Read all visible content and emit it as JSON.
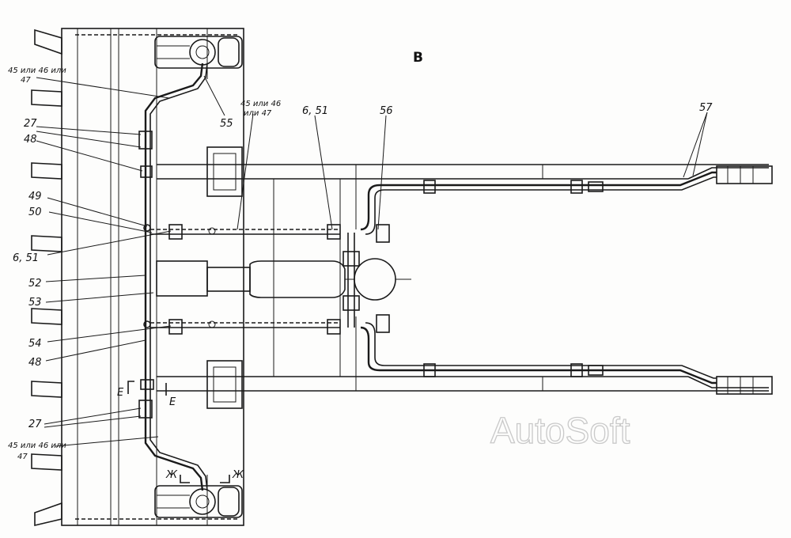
{
  "view_letter": "В",
  "watermark": "AutoSoft",
  "callouts": {
    "c45a_l1": "45 или 46 или",
    "c45a_l2": "47",
    "c27a": "27",
    "c48a": "48",
    "c49": "49",
    "c50": "50",
    "c651a": "6, 51",
    "c52": "52",
    "c53": "53",
    "c54": "54",
    "c48b": "48",
    "c27b": "27",
    "c45b_l1": "45 или 46 или",
    "c45b_l2": "47",
    "c55": "55",
    "c45c_l1": "45 или 46",
    "c45c_l2": "или 47",
    "c651b": "6, 51",
    "c56": "56",
    "c57": "57"
  },
  "section_marks": {
    "e_left": "Е",
    "e_right": "Е",
    "zh_left": "Ж",
    "zh_right": "Ж"
  }
}
